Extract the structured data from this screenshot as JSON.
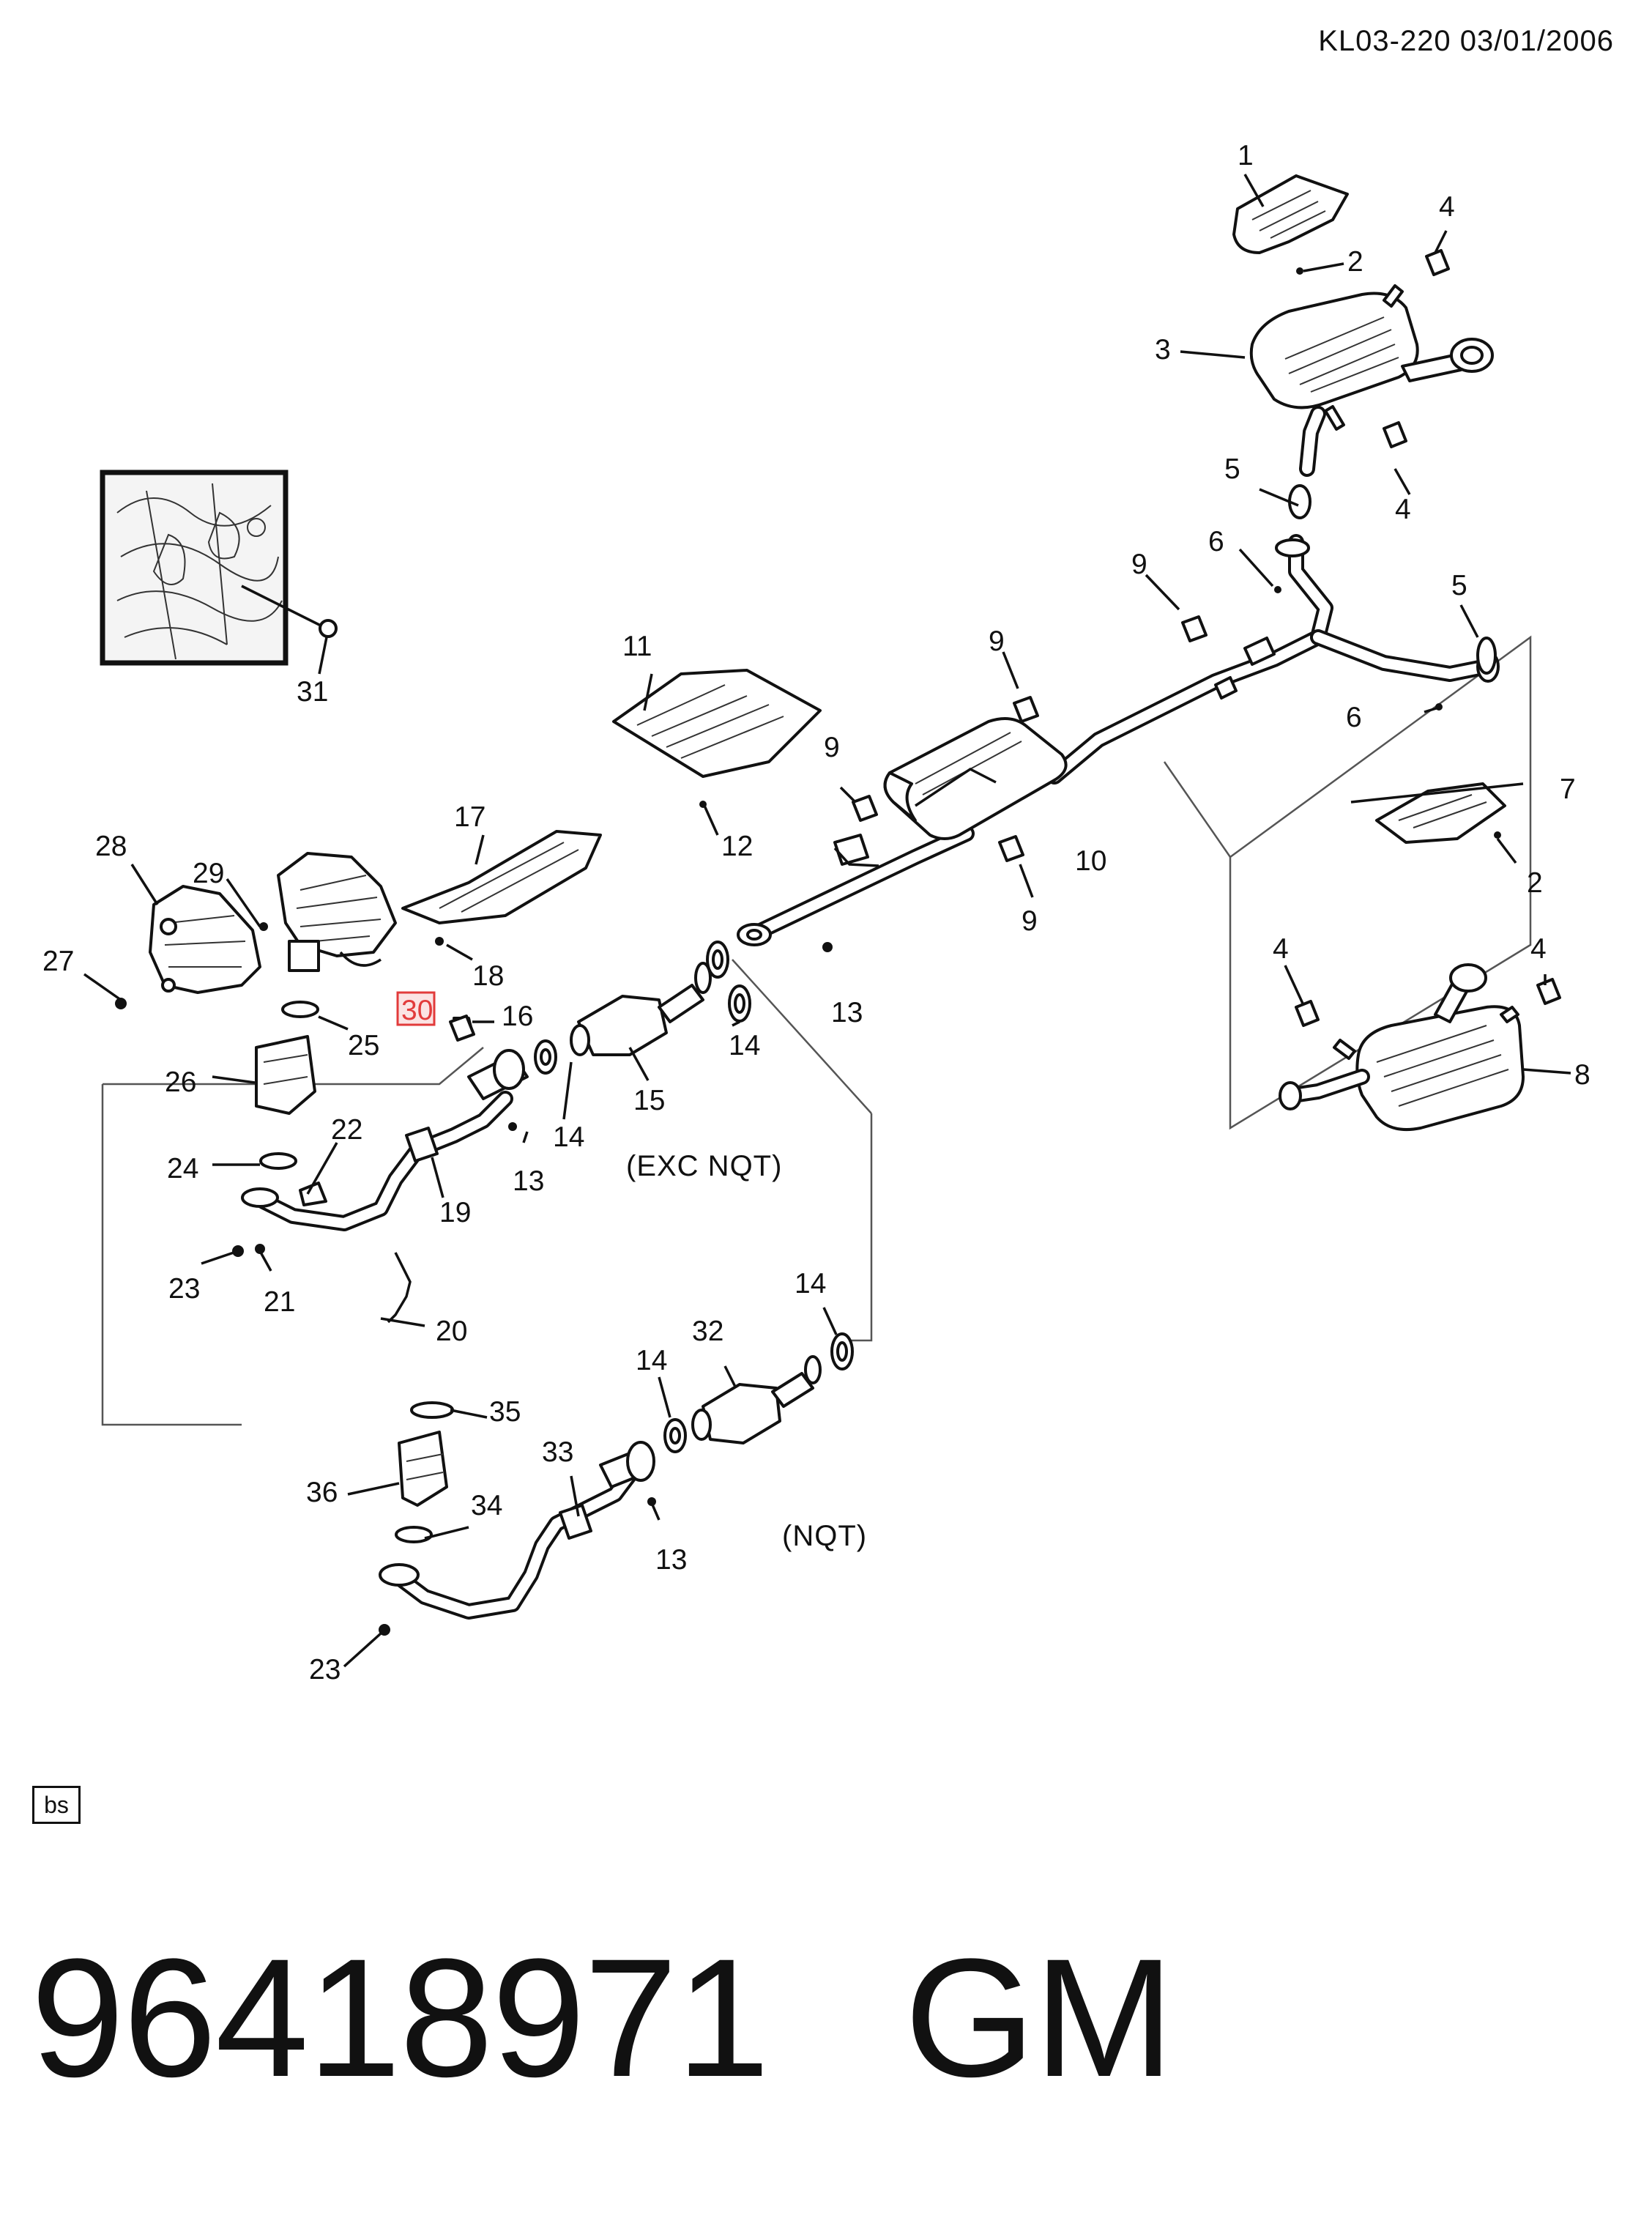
{
  "header": {
    "code": "KL03-220  03/01/2006"
  },
  "box_tag": "bs",
  "footer": {
    "part_number": "96418971",
    "brand": "GM"
  },
  "notes": {
    "exc_nqt": "(EXC NQT)",
    "nqt": "(NQT)"
  },
  "callouts": {
    "c1": "1",
    "c2a": "2",
    "c2b": "2",
    "c3": "3",
    "c4a": "4",
    "c4b": "4",
    "c4c": "4",
    "c4d": "4",
    "c5a": "5",
    "c5b": "5",
    "c6a": "6",
    "c6b": "6",
    "c7": "7",
    "c8": "8",
    "c9a": "9",
    "c9b": "9",
    "c9c": "9",
    "c9d": "9",
    "c10": "10",
    "c11": "11",
    "c12": "12",
    "c13a": "13",
    "c13b": "13",
    "c13c": "13",
    "c14a": "14",
    "c14b": "14",
    "c14c": "14",
    "c14d": "14",
    "c15": "15",
    "c16": "16",
    "c17": "17",
    "c18": "18",
    "c19": "19",
    "c20": "20",
    "c21": "21",
    "c22": "22",
    "c23a": "23",
    "c23b": "23",
    "c24": "24",
    "c25": "25",
    "c26": "26",
    "c27": "27",
    "c28": "28",
    "c29": "29",
    "c30": "30",
    "c31": "31",
    "c32": "32",
    "c33": "33",
    "c34": "34",
    "c35": "35",
    "c36": "36"
  },
  "highlight": {
    "callout": "30",
    "color": "#e23b3b",
    "fill": "#fbe3e3"
  }
}
